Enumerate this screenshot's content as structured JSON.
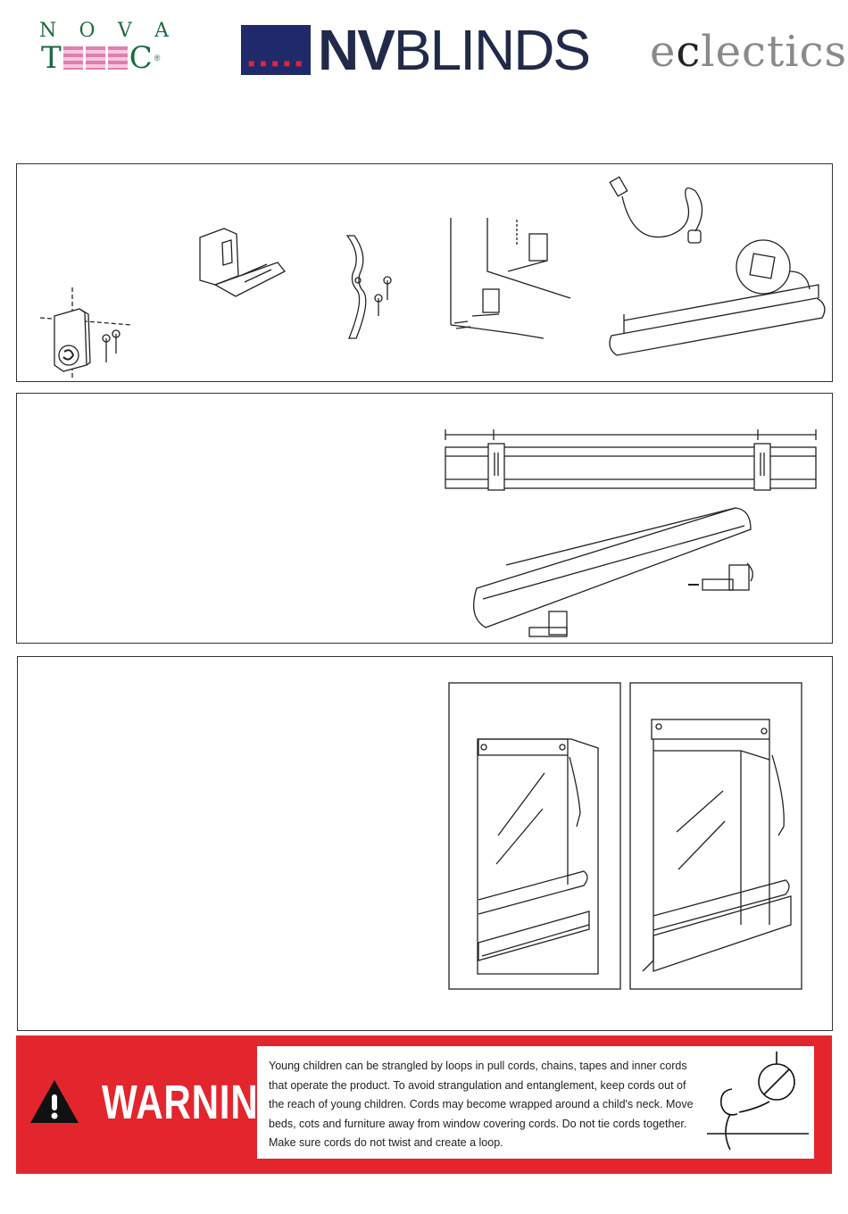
{
  "brands": {
    "novatec": {
      "row1": [
        "N",
        "O",
        "V",
        "A"
      ],
      "row2_lead": "T",
      "row2_tail": "C",
      "reg": "®"
    },
    "nvblinds": {
      "bold": "NV",
      "regular": "BLINDS"
    },
    "eclectics": {
      "pre": "e",
      "accent": "c",
      "post": "lectics"
    }
  },
  "warning": {
    "title": "WARNING",
    "text": "Young children can be strangled by loops in pull cords, chains, tapes and inner cords that operate the product. To avoid strangulation and entanglement, keep cords out of the reach of young children. Cords may become wrapped around a child's neck. Move beds, cots and furniture away from window covering cords. Do not tie cords together. Make sure cords do not twist and create a loop.",
    "colors": {
      "band": "#e3262e",
      "text": "#222222"
    }
  },
  "icons": [
    "warning-triangle-icon",
    "no-child-cord-icon"
  ]
}
